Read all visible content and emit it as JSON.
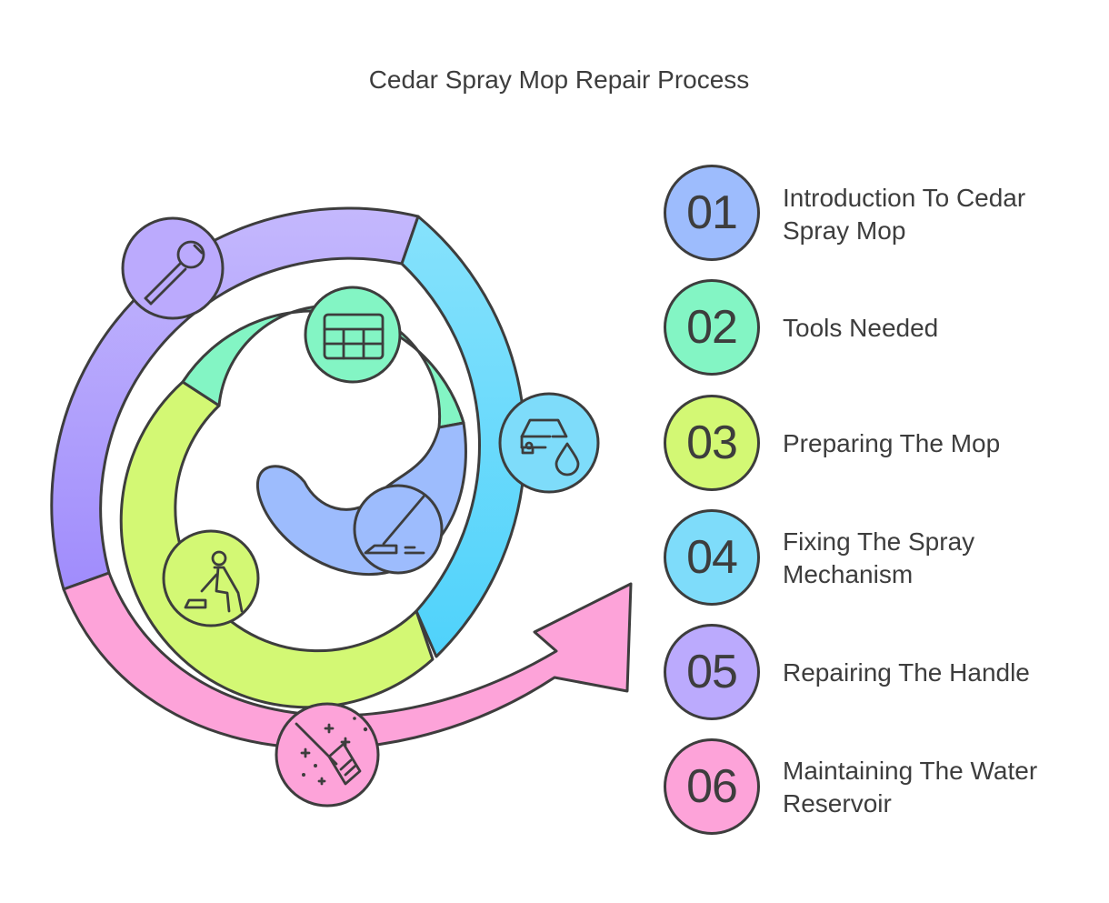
{
  "title": "Cedar Spray Mop Repair Process",
  "steps": [
    {
      "number": "01",
      "label": "Introduction To Cedar Spray Mop",
      "color": "#9dbcfd"
    },
    {
      "number": "02",
      "label": "Tools Needed",
      "color": "#83f5c4"
    },
    {
      "number": "03",
      "label": "Preparing The Mop",
      "color": "#d3f874"
    },
    {
      "number": "04",
      "label": "Fixing The Spray Mechanism",
      "color": "#7edcfa"
    },
    {
      "number": "05",
      "label": "Repairing The Handle",
      "color": "#bbaafd"
    },
    {
      "number": "06",
      "label": "Maintaining The Water Reservoir",
      "color": "#fda3d9"
    }
  ],
  "icons": {
    "wrench": "wrench-icon",
    "grid": "grid-table-icon",
    "car_wash": "car-wash-icon",
    "person_mopping": "person-mopping-icon",
    "floor_mop": "floor-mop-icon",
    "broom_sparkles": "broom-sparkles-icon"
  }
}
